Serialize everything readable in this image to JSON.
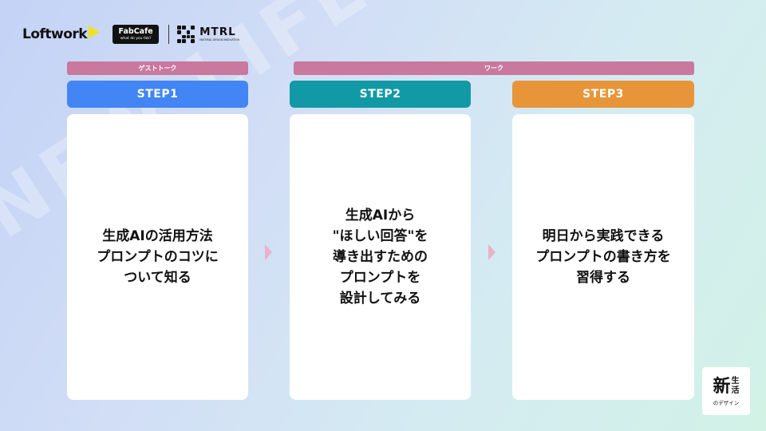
{
  "watermark": "NEW LIFE DESIGN",
  "logos": {
    "loftwork": "Loftwork",
    "fabcafe": "FabCafe",
    "fabcafe_tagline": "what do you fab?",
    "mtrl": "MTRL",
    "mtrl_tagline": "MATERIAL DESIGN INNOVATION"
  },
  "categories": {
    "guest_talk": "ゲストトーク",
    "work": "ワーク"
  },
  "steps": [
    {
      "label": "STEP1",
      "color": "#4285f4",
      "text": "生成AIの活用方法\nプロンプトのコツに\nついて知る"
    },
    {
      "label": "STEP2",
      "color": "#119aa6",
      "text": "生成AIから\n\"ほしい回答\"を\n導き出すための\nプロンプトを\n設計してみる"
    },
    {
      "label": "STEP3",
      "color": "#e8953a",
      "text": "明日から実践できる\nプロンプトの書き方を\n習得する"
    }
  ],
  "badge": {
    "kanji_big": "新",
    "kanji_1": "生",
    "kanji_2": "活",
    "sub": "のデザイン"
  },
  "colors": {
    "category_bar": "#c9789e",
    "arrow": "#e8b2c8"
  }
}
